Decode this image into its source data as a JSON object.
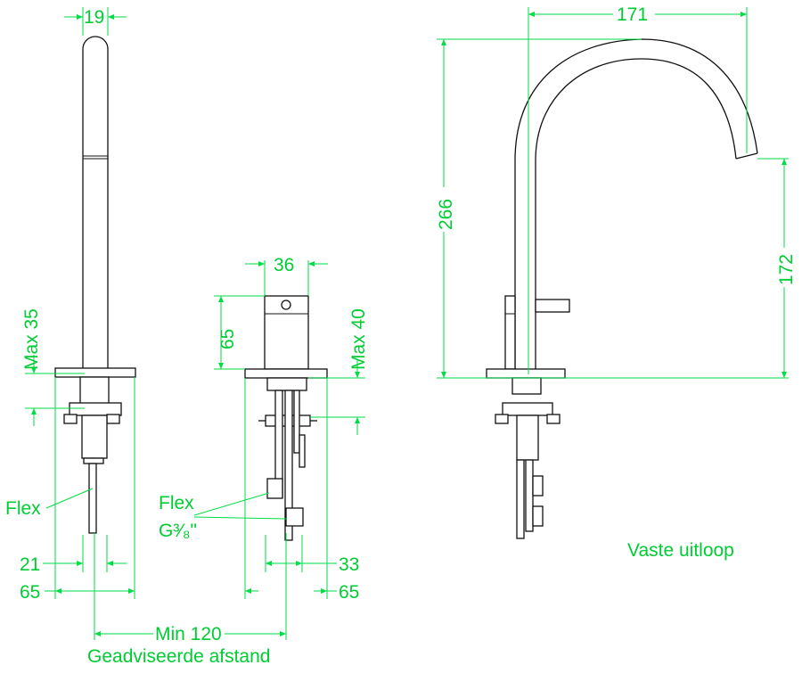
{
  "colors": {
    "dimension": "#00dd44",
    "dimension_text": "#00cc33",
    "part": "#111111",
    "background": "#ffffff"
  },
  "left_view": {
    "top_width": "19",
    "deck_max": "Max 35",
    "flex_label": "Flex",
    "hose_width": "21",
    "base_width": "65"
  },
  "middle_view": {
    "handle_width": "36",
    "handle_height": "65",
    "deck_max": "Max 40",
    "flex_label": "Flex",
    "thread_label": "G³⁄₈\"",
    "hose_width": "33",
    "base_width": "65"
  },
  "spacing": {
    "min_distance": "Min 120",
    "note": "Geadviseerde afstand"
  },
  "right_view": {
    "reach": "171",
    "total_height": "266",
    "spout_height": "172",
    "caption": "Vaste uitloop"
  }
}
